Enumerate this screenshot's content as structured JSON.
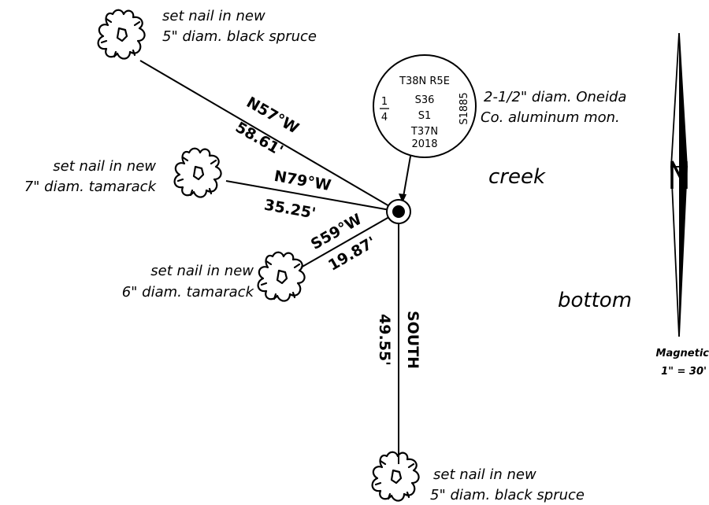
{
  "monument": {
    "lines": [
      "T38N R5E",
      "S36",
      "S1",
      "T37N",
      "2018"
    ],
    "fraction_num": "1",
    "fraction_den": "4",
    "side": "S1885",
    "description": [
      "2-1/2\" diam. Oneida",
      "Co. aluminum mon."
    ]
  },
  "bearing_trees": [
    {
      "bearing": "N57°W",
      "distance": "58.61'",
      "note": [
        "set nail in new",
        "5\" diam. black spruce"
      ]
    },
    {
      "bearing": "N79°W",
      "distance": "35.25'",
      "note": [
        "set nail in new",
        "7\" diam. tamarack"
      ]
    },
    {
      "bearing": "S59°W",
      "distance": "19.87'",
      "note": [
        "set nail in new",
        "6\" diam. tamarack"
      ]
    },
    {
      "bearing": "SOUTH",
      "distance": "49.55'",
      "note": [
        "set nail in new",
        "5\" diam. black spruce"
      ]
    }
  ],
  "area_labels": [
    "creek",
    "bottom"
  ],
  "north_arrow": {
    "label": "Magnetic",
    "scale": "1\" = 30'"
  }
}
